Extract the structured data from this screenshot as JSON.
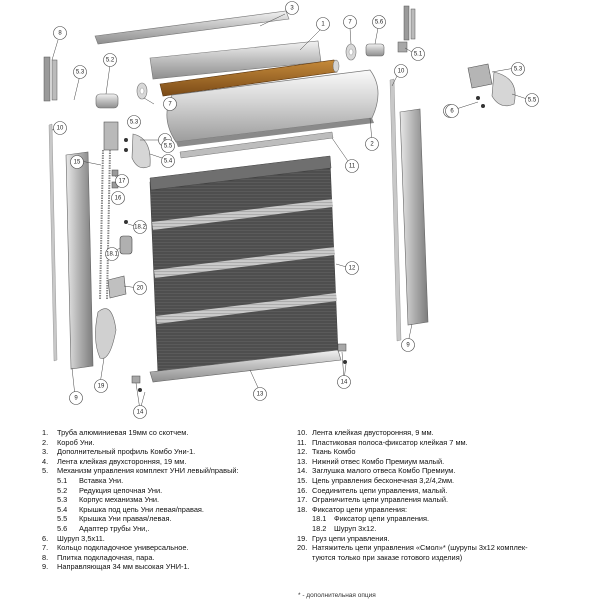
{
  "callouts": [
    {
      "id": "c8",
      "label": "8"
    },
    {
      "id": "c3",
      "label": "3"
    },
    {
      "id": "c1",
      "label": "1"
    },
    {
      "id": "c7a",
      "label": "7"
    },
    {
      "id": "c56",
      "label": "5.6"
    },
    {
      "id": "c51",
      "label": "5.1"
    },
    {
      "id": "c53a",
      "label": "5.3"
    },
    {
      "id": "c52",
      "label": "5.2"
    },
    {
      "id": "c7b",
      "label": "7"
    },
    {
      "id": "c10a",
      "label": "10"
    },
    {
      "id": "c10b",
      "label": "10"
    },
    {
      "id": "c53b",
      "label": "5.3"
    },
    {
      "id": "c6a",
      "label": "6"
    },
    {
      "id": "c55a",
      "label": "5.5"
    },
    {
      "id": "c53c",
      "label": "5.3"
    },
    {
      "id": "c6b",
      "label": "6"
    },
    {
      "id": "c6c",
      "label": "6"
    },
    {
      "id": "c55b",
      "label": "5.5"
    },
    {
      "id": "c2",
      "label": "2"
    },
    {
      "id": "c15",
      "label": "15"
    },
    {
      "id": "c54",
      "label": "5.4"
    },
    {
      "id": "c11",
      "label": "11"
    },
    {
      "id": "c17",
      "label": "17"
    },
    {
      "id": "c16",
      "label": "16"
    },
    {
      "id": "c182",
      "label": "18.2"
    },
    {
      "id": "c181",
      "label": "18.1"
    },
    {
      "id": "c12",
      "label": "12"
    },
    {
      "id": "c20",
      "label": "20"
    },
    {
      "id": "c9a",
      "label": "9"
    },
    {
      "id": "c9b",
      "label": "9"
    },
    {
      "id": "c19",
      "label": "19"
    },
    {
      "id": "c13",
      "label": "13"
    },
    {
      "id": "c14a",
      "label": "14"
    },
    {
      "id": "c14b",
      "label": "14"
    }
  ],
  "legend_left": [
    {
      "kind": "main",
      "num": "1.",
      "text": "Труба алюминиевая 19мм со скотчем."
    },
    {
      "kind": "main",
      "num": "2.",
      "text": "Короб Уни."
    },
    {
      "kind": "main",
      "num": "3.",
      "text": "Дополнительный профиль Комбо Уни-1."
    },
    {
      "kind": "main",
      "num": "4.",
      "text": "Лента клейкая двухсторонняя, 19 мм."
    },
    {
      "kind": "main",
      "num": "5.",
      "text": "Механизм управления комплект УНИ левый/правый:"
    },
    {
      "kind": "sub",
      "num": "5.1",
      "text": "Вставка Уни."
    },
    {
      "kind": "sub",
      "num": "5.2",
      "text": "Редукция цепочная Уни."
    },
    {
      "kind": "sub",
      "num": "5.3",
      "text": "Корпус механизма Уни."
    },
    {
      "kind": "sub",
      "num": "5.4",
      "text": "Крышка под цепь Уни левая/правая."
    },
    {
      "kind": "sub",
      "num": "5.5",
      "text": "Крышка Уни правая/левая."
    },
    {
      "kind": "sub",
      "num": "5.6",
      "text": "Адаптер трубы Уни,."
    },
    {
      "kind": "main",
      "num": "6.",
      "text": "Шуруп 3,5х11."
    },
    {
      "kind": "main",
      "num": "7.",
      "text": "Кольцо подкладочное универсальное."
    },
    {
      "kind": "main",
      "num": "8.",
      "text": "Плитка подкладочная, пара."
    },
    {
      "kind": "main",
      "num": "9.",
      "text": "Направляющая 34 мм высокая УНИ-1."
    }
  ],
  "legend_right": [
    {
      "kind": "main",
      "num": "10.",
      "text": "Лента клейкая двусторонняя, 9 мм."
    },
    {
      "kind": "main",
      "num": "11.",
      "text": "Пластиковая полоса-фиксатор клейкая 7 мм."
    },
    {
      "kind": "main",
      "num": "12.",
      "text": "Ткань Комбо"
    },
    {
      "kind": "main",
      "num": "13.",
      "text": "Нижний отвес Комбо Премиум малый."
    },
    {
      "kind": "main",
      "num": "14.",
      "text": "Заглушка малого отвеса Комбо Премиум."
    },
    {
      "kind": "main",
      "num": "15.",
      "text": "Цепь управления бесконечная 3,2/4,2мм."
    },
    {
      "kind": "main",
      "num": "16.",
      "text": "Соединитель цепи управления, малый."
    },
    {
      "kind": "main",
      "num": "17.",
      "text": "Ограничитель цепи управления малый."
    },
    {
      "kind": "main",
      "num": "18.",
      "text": "Фиксатор цепи управления:"
    },
    {
      "kind": "sub",
      "num": "18.1",
      "text": "Фиксатор цепи управления."
    },
    {
      "kind": "sub",
      "num": "18.2",
      "text": "Шуруп 3х12."
    },
    {
      "kind": "main",
      "num": "19.",
      "text": "Груз цепи управления."
    },
    {
      "kind": "main",
      "num": "20.",
      "text": "Натяжитель цепи управления «Смол»* (шурупы 3х12 комплек-"
    },
    {
      "kind": "cont",
      "num": "",
      "text": "туются только при заказе готового изделия)"
    }
  ],
  "footnote": "* - дополнительная опция"
}
